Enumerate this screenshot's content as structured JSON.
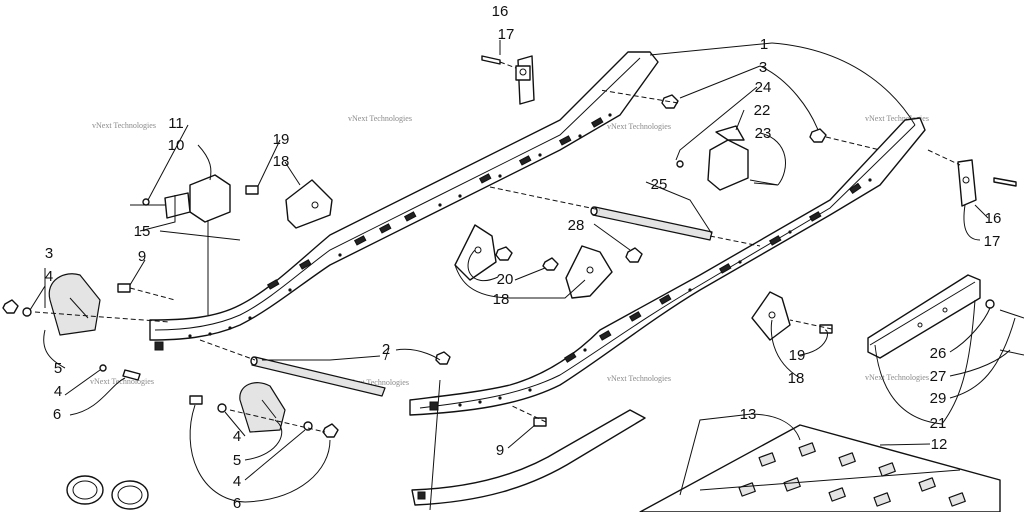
{
  "callouts": {
    "c1": "1",
    "c2": "2",
    "c3a": "3",
    "c3b": "3",
    "c4a": "4",
    "c4b": "4",
    "c4c": "4",
    "c4d": "4",
    "c5a": "5",
    "c5b": "5",
    "c6a": "6",
    "c6b": "6",
    "c9a": "9",
    "c9b": "9",
    "c10": "10",
    "c11": "11",
    "c12": "12",
    "c13": "13",
    "c15": "15",
    "c16a": "16",
    "c16b": "16",
    "c17a": "17",
    "c17b": "17",
    "c18a": "18",
    "c18b": "18",
    "c18c": "18",
    "c19a": "19",
    "c19b": "19",
    "c20": "20",
    "c21": "21",
    "c22": "22",
    "c23": "23",
    "c24": "24",
    "c25": "25",
    "c26": "26",
    "c27": "27",
    "c28": "28",
    "c29": "29"
  },
  "watermark": {
    "line1": "vNext Technologies",
    "line2": "vNext Technologies"
  }
}
